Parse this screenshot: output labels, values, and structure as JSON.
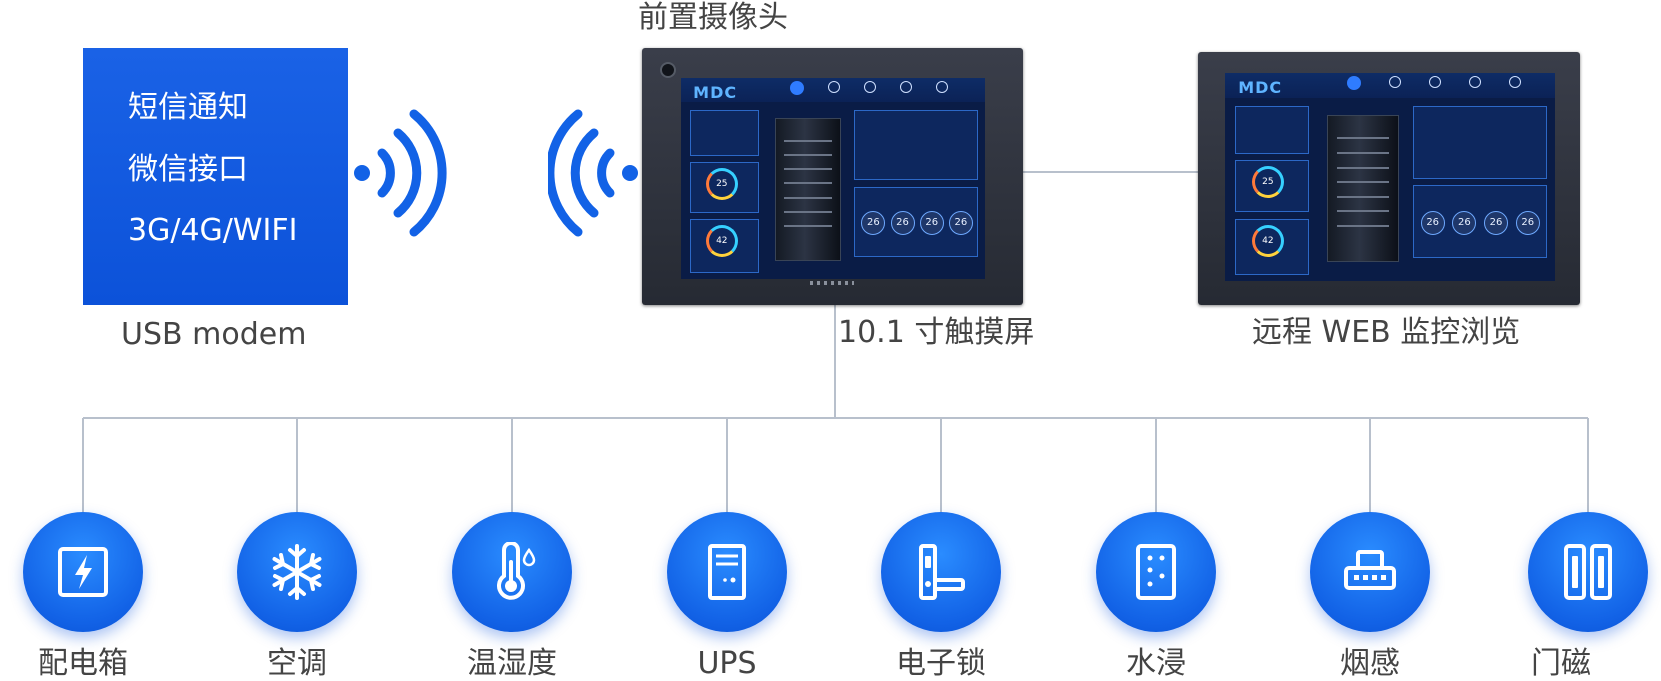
{
  "camera_label": "前置摄像头",
  "modem": {
    "lines": [
      "短信通知",
      "微信接口",
      "3G/4G/WIFI"
    ],
    "label": "USB modem"
  },
  "touchscreen": {
    "label": "10.1 寸触摸屏"
  },
  "remote": {
    "label": "远程 WEB 监控浏览"
  },
  "devices": [
    {
      "label": "配电箱",
      "icon": "power-box-icon"
    },
    {
      "label": "空调",
      "icon": "snowflake-icon"
    },
    {
      "label": "温湿度",
      "icon": "thermometer-icon"
    },
    {
      "label": "UPS",
      "icon": "ups-icon"
    },
    {
      "label": "电子锁",
      "icon": "electronic-lock-icon"
    },
    {
      "label": "水浸",
      "icon": "water-leak-icon"
    },
    {
      "label": "烟感",
      "icon": "smoke-detector-icon"
    },
    {
      "label": "门磁",
      "icon": "door-magnet-icon"
    }
  ],
  "colors": {
    "accent": "#1262e6",
    "wire": "#b8c0cc",
    "text": "#444444"
  }
}
